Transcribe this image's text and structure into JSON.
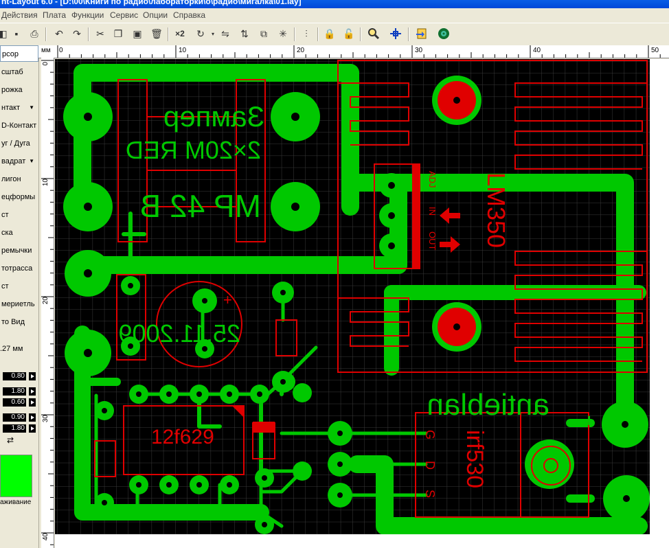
{
  "window": {
    "title": "nt-Layout 6.0 - [D:\\00\\Книги по радио\\лабораторки\\о\\радио\\мигалка\\01.lay]"
  },
  "menu": [
    "Действия",
    "Плата",
    "Функции",
    "Сервис",
    "Опции",
    "Справка"
  ],
  "toolbar": {
    "zoom_label": "×2"
  },
  "ruler": {
    "unit": "мм",
    "top_ticks": [
      "0",
      "10",
      "20",
      "30",
      "40",
      "50"
    ],
    "left_ticks": [
      "0",
      "10",
      "20",
      "30",
      "40"
    ]
  },
  "sidebar": {
    "tools": [
      {
        "label": "рсор",
        "dropdown": false,
        "active": true
      },
      {
        "label": "сштаб",
        "dropdown": false
      },
      {
        "label": "рожка",
        "dropdown": false
      },
      {
        "label": "нтакт",
        "dropdown": true
      },
      {
        "label": "D-Контакт",
        "dropdown": false
      },
      {
        "label": "уг / Дуга",
        "dropdown": false
      },
      {
        "label": "вадрат",
        "dropdown": true
      },
      {
        "label": "лигон",
        "dropdown": false
      },
      {
        "label": "ецформы",
        "dropdown": false
      },
      {
        "label": "ст",
        "dropdown": false
      },
      {
        "label": "ска",
        "dropdown": false
      },
      {
        "label": "ремычки",
        "dropdown": false
      },
      {
        "label": "тотрасса",
        "dropdown": false
      },
      {
        "label": "ст",
        "dropdown": false
      },
      {
        "label": "мериетль",
        "dropdown": false
      },
      {
        "label": "то Вид",
        "dropdown": false
      }
    ],
    "grid_value": ".27 мм",
    "track_width": "0.80",
    "pad_outer_1": "1.80",
    "pad_inner_1": "0.60",
    "pad_outer_2": "0.90",
    "pad_inner_2": "1.80",
    "swap_icon": "swap-arrows-icon",
    "fill_label": "аживание",
    "fill_color": "#00ff00"
  },
  "board": {
    "copper_color": "#00c800",
    "silk_color": "#e00000",
    "background": "#000000",
    "copper_texts": [
      "Зампер",
      "2×20M RED",
      "МР 42 В",
      "25.11.2009",
      "antieblan"
    ],
    "silk_texts": [
      "LM350",
      "ADJ",
      "IN",
      "OUT",
      "irf530",
      "G",
      "D",
      "S",
      "12f629"
    ]
  }
}
